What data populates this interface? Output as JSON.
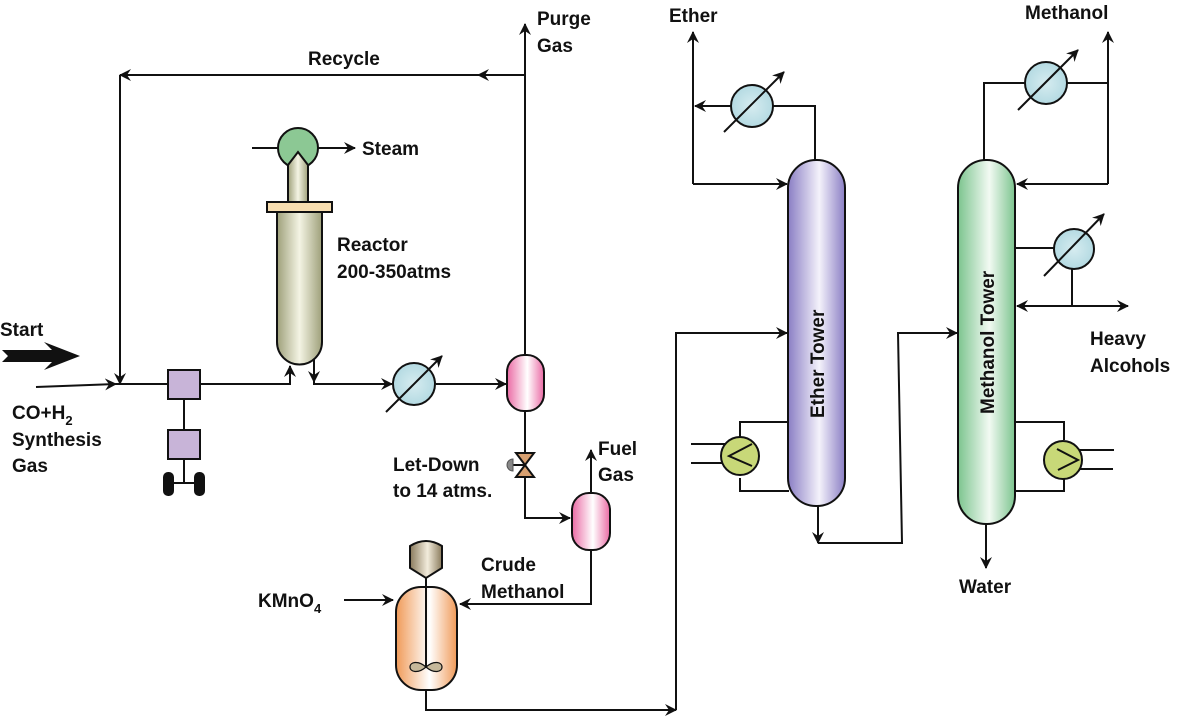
{
  "title": "Methanol Synthesis Process Flow",
  "labels": {
    "start": "Start",
    "feed_line1": "CO+H",
    "feed_sub": "2",
    "feed_line2": "Synthesis",
    "feed_line3": "Gas",
    "recycle": "Recycle",
    "purge_line1": "Purge",
    "purge_line2": "Gas",
    "steam": "Steam",
    "reactor_line1": "Reactor",
    "reactor_line2": "200-350atms",
    "letdown_line1": "Let-Down",
    "letdown_line2": "to 14 atms.",
    "fuel_line1": "Fuel",
    "fuel_line2": "Gas",
    "crude_line1": "Crude",
    "crude_line2": "Methanol",
    "kmno4_main": "KMnO",
    "kmno4_sub": "4",
    "ether": "Ether",
    "ether_tower": "Ether Tower",
    "methanol": "Methanol",
    "methanol_tower": "Methanol Tower",
    "heavy_line1": "Heavy",
    "heavy_line2": "Alcohols",
    "water": "Water"
  },
  "colors": {
    "compressor": "#c8b4d8",
    "reactor": "#c2c6a4",
    "steam_drum": "#8cc894",
    "flange": "#f8deb0",
    "cooler": "#b8dde4",
    "separator": "#ee7aae",
    "valve": "#d8a070",
    "tank": "#f2a868",
    "hopper": "#a89a80",
    "ether_tower": "#9a90cc",
    "methanol_tower": "#8ccc9c",
    "reboiler": "#c8d878"
  }
}
